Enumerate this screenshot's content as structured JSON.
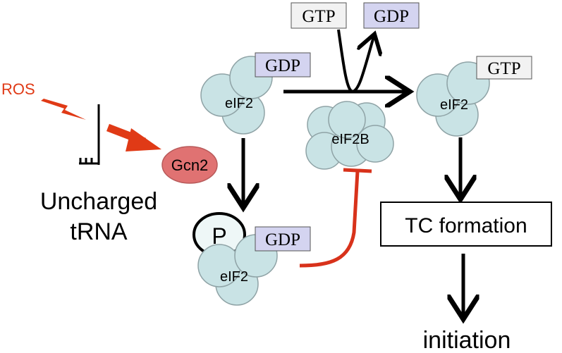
{
  "labels": {
    "ros": "ROS",
    "uncharged_line1": "Uncharged",
    "uncharged_line2": "tRNA",
    "gcn2": "Gcn2",
    "eif2": "eIF2",
    "eif2_gtp": "eIF2",
    "eif2_p": "eIF2",
    "eif2b": "eIF2B",
    "phospho": "P",
    "gdp_top": "GDP",
    "gdp_out": "GDP",
    "gtp_in": "GTP",
    "gtp_right": "GTP",
    "gdp_phospho": "GDP",
    "tc_formation": "TC formation",
    "initiation": "initiation"
  },
  "colors": {
    "subunit_fill": "#c9e3e5",
    "subunit_stroke": "#8fa3a6",
    "gdp_box_fill": "#d4d4f0",
    "gtp_box_fill": "#f2f2f2",
    "gcn2_fill": "#e07272",
    "ros_red": "#e03a16",
    "inhibit_red": "#d8321b",
    "arrow_black": "#000000"
  }
}
